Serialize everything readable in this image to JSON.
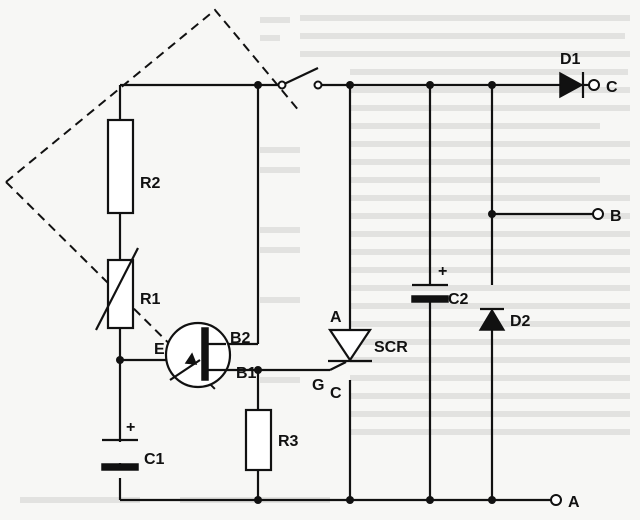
{
  "labels": {
    "r2": "R2",
    "r1": "R1",
    "r3": "R3",
    "c1": "C1",
    "c2": "C2",
    "d1": "D1",
    "d2": "D2",
    "scr": "SCR",
    "ujt_e": "E",
    "ujt_b1": "B1",
    "ujt_b2": "B2",
    "scr_gate": "G",
    "scr_anode": "A",
    "scr_cathode": "C",
    "c1_plus": "+",
    "c2_plus": "+",
    "terminal_a": "A",
    "terminal_b": "B",
    "terminal_c": "C"
  }
}
